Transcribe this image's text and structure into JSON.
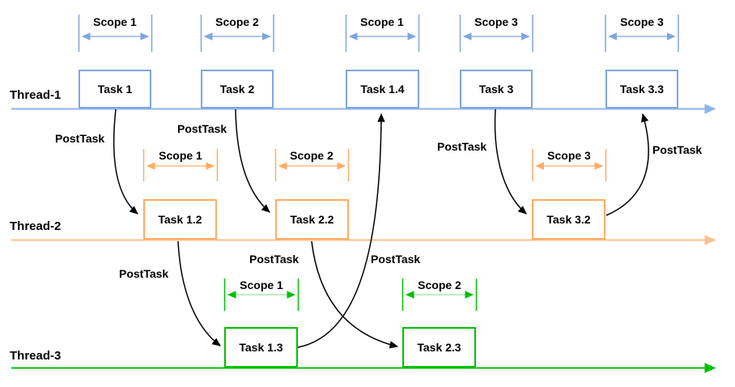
{
  "rows": [
    {
      "thread": "Thread-1",
      "color": "#7EA6E0",
      "tasks": [
        {
          "label": "Task 1",
          "scope": "Scope 1"
        },
        {
          "label": "Task 2",
          "scope": "Scope 2"
        },
        {
          "label": "Task 1.4",
          "scope": "Scope 1"
        },
        {
          "label": "Task 3",
          "scope": "Scope 3"
        },
        {
          "label": "Task 3.3",
          "scope": "Scope 3"
        }
      ]
    },
    {
      "thread": "Thread-2",
      "color": "#FFAC64",
      "tasks": [
        {
          "label": "Task 1.2",
          "scope": "Scope 1"
        },
        {
          "label": "Task 2.2",
          "scope": "Scope 2"
        },
        {
          "label": "Task 3.2",
          "scope": "Scope 3"
        }
      ]
    },
    {
      "thread": "Thread-3",
      "color": "#00C000",
      "tasks": [
        {
          "label": "Task 1.3",
          "scope": "Scope 1"
        },
        {
          "label": "Task 2.3",
          "scope": "Scope 2"
        }
      ]
    }
  ],
  "post_tasks": [
    {
      "label": "PostTask",
      "from": "Task 1",
      "to": "Task 1.2"
    },
    {
      "label": "PostTask",
      "from": "Task 2",
      "to": "Task 2.2"
    },
    {
      "label": "PostTask",
      "from": "Task 3",
      "to": "Task 3.2"
    },
    {
      "label": "PostTask",
      "from": "Task 3.2",
      "to": "Task 3.3"
    },
    {
      "label": "PostTask",
      "from": "Task 1.2",
      "to": "Task 1.3"
    },
    {
      "label": "PostTask",
      "from": "Task 2.2",
      "to": "Task 2.3"
    },
    {
      "label": "PostTask",
      "from": "Task 1.3",
      "to": "Task 1.4"
    }
  ],
  "colors": {
    "thread1_line": "#8FB3E8",
    "thread2_line": "#FFC08C",
    "thread3_line": "#00C000",
    "arrow_black": "#000000"
  }
}
